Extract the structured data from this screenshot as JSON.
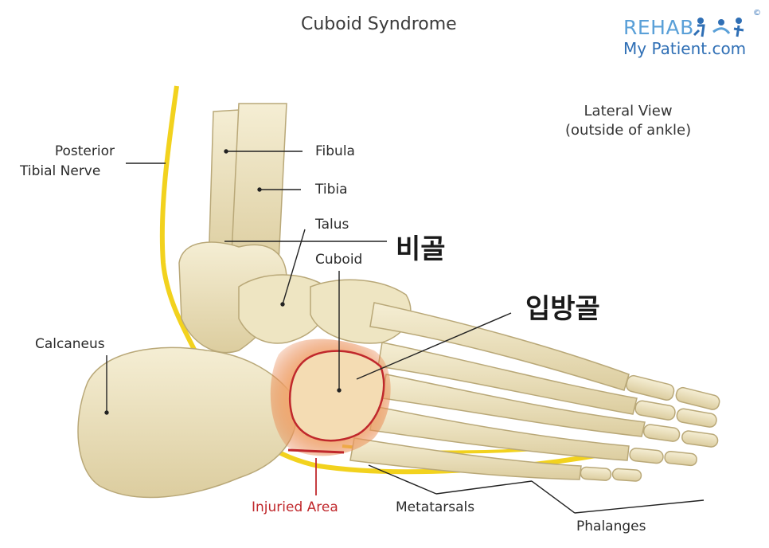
{
  "title": "Cuboid Syndrome",
  "logo": {
    "line1": "REHAB",
    "line2": "My Patient.com",
    "copyright": "©"
  },
  "view_note": {
    "line1": "Lateral View",
    "line2": "(outside of ankle)"
  },
  "labels": {
    "posterior_tibial_nerve_1": "Posterior",
    "posterior_tibial_nerve_2": "Tibial Nerve",
    "fibula": "Fibula",
    "tibia": "Tibia",
    "talus": "Talus",
    "cuboid": "Cuboid",
    "calcaneus": "Calcaneus",
    "injured_area": "Injuried Area",
    "metatarsals": "Metatarsals",
    "phalanges": "Phalanges"
  },
  "korean_labels": {
    "fibula": "비골",
    "cuboid": "입방골"
  },
  "colors": {
    "bone": "#efe6c4",
    "bone_shadow": "#d8c99a",
    "nerve": "#f2d21e",
    "injury": "#e4733a",
    "injury_edge": "#c0282c",
    "logo_blue": "#2f6fb5"
  }
}
